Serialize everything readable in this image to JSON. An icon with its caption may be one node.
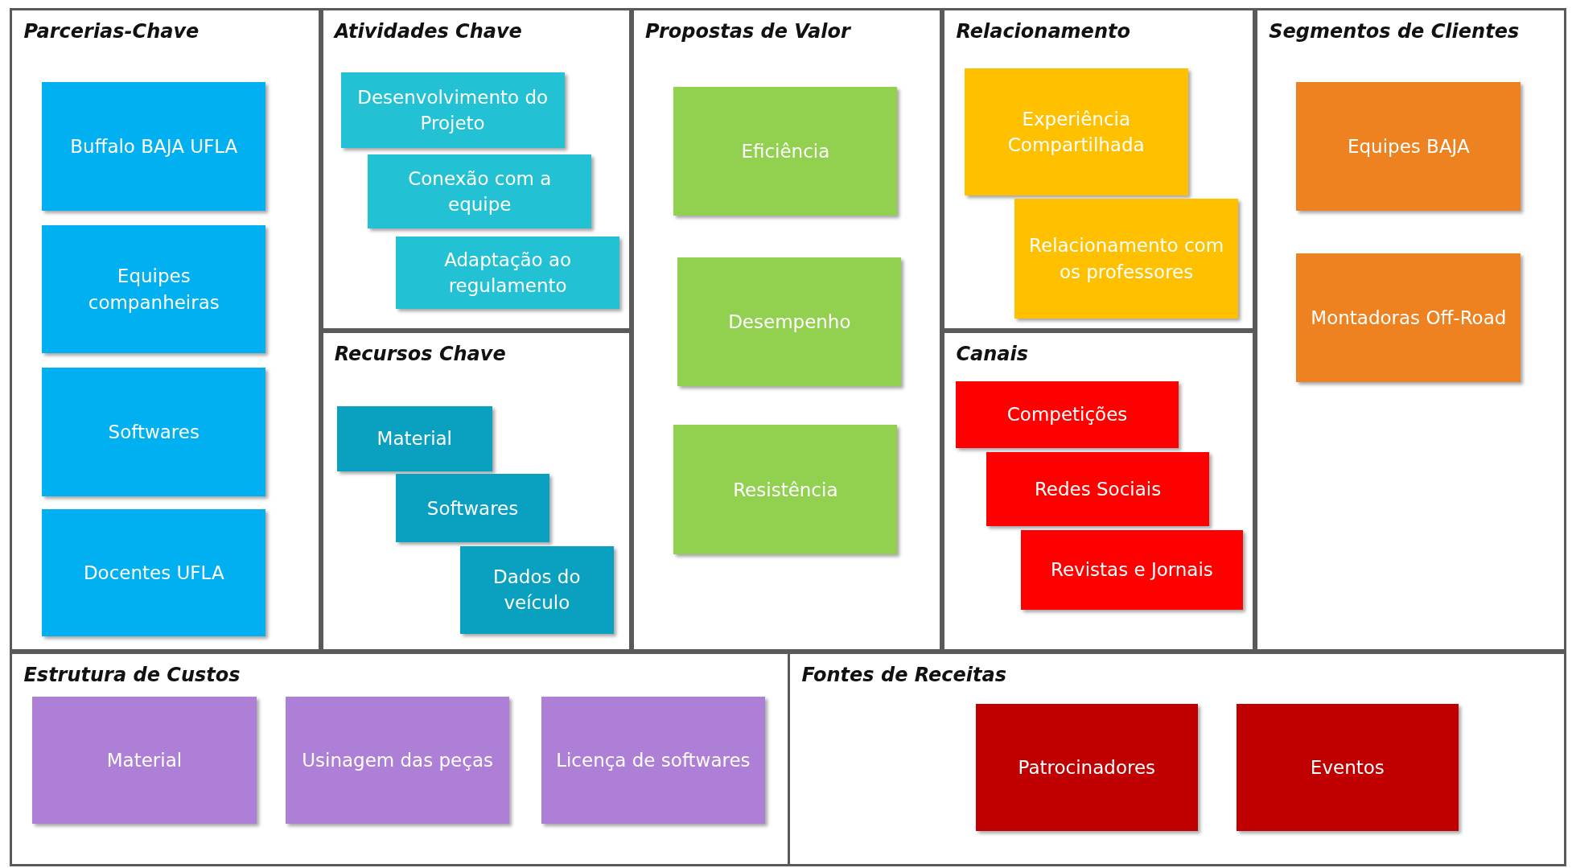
{
  "diagram": {
    "nodes": [
      {
        "text": [
          "Parcerias-Chave"
        ]
      },
      {
        "text": [
          "Buffalo BAJA UFLA"
        ],
        "in": 0
      },
      {
        "text": [
          "Equipes companheiras"
        ],
        "in": 0
      },
      {
        "text": [
          "Softwares"
        ],
        "in": 0
      },
      {
        "text": [
          "Docentes UFLA"
        ],
        "in": 0
      },
      {
        "text": [
          "Atividades Chave"
        ]
      },
      {
        "text": [
          "Desenvolvimento do Projeto"
        ],
        "in": 5
      },
      {
        "text": [
          "Conexão com a equipe"
        ],
        "in": 5
      },
      {
        "text": [
          "Adaptação ao regulamento"
        ],
        "in": 5
      },
      {
        "text": [
          "Recursos Chave"
        ]
      },
      {
        "text": [
          "Material"
        ],
        "in": 9
      },
      {
        "text": [
          "Softwares"
        ],
        "in": 9
      },
      {
        "text": [
          "Dados do veículo"
        ],
        "in": 9
      },
      {
        "text": [
          "Propostas de Valor"
        ]
      },
      {
        "text": [
          "Eficiência"
        ],
        "in": 13
      },
      {
        "text": [
          "Desempenho"
        ],
        "in": 13
      },
      {
        "text": [
          "Resistência"
        ],
        "in": 13
      },
      {
        "text": [
          "Relacionamento"
        ]
      },
      {
        "text": [
          "Experiência Compartilhada"
        ],
        "in": 17
      },
      {
        "text": [
          "Relacionamento com os professores"
        ],
        "in": 17
      },
      {
        "text": [
          "Canais"
        ]
      },
      {
        "text": [
          "Competições"
        ],
        "in": 20
      },
      {
        "text": [
          "Redes Sociais"
        ],
        "in": 20
      },
      {
        "text": [
          "Revistas e Jornais"
        ],
        "in": 20
      },
      {
        "text": [
          "Segmentos de Clientes"
        ]
      },
      {
        "text": [
          "Equipes BAJA"
        ],
        "in": 24
      },
      {
        "text": [
          "Montadoras Off-Road"
        ],
        "in": 24
      },
      {
        "text": [
          "Estrutura de Custos"
        ]
      },
      {
        "text": [
          "Material"
        ],
        "in": 27
      },
      {
        "text": [
          "Usinagem das peças"
        ],
        "in": 27
      },
      {
        "text": [
          "Licença de softwares"
        ],
        "in": 27
      },
      {
        "text": [
          "Fontes de Receitas"
        ]
      },
      {
        "text": [
          "Patrocinadores"
        ],
        "in": 31
      },
      {
        "text": [
          "Eventos"
        ],
        "in": 31
      }
    ]
  }
}
